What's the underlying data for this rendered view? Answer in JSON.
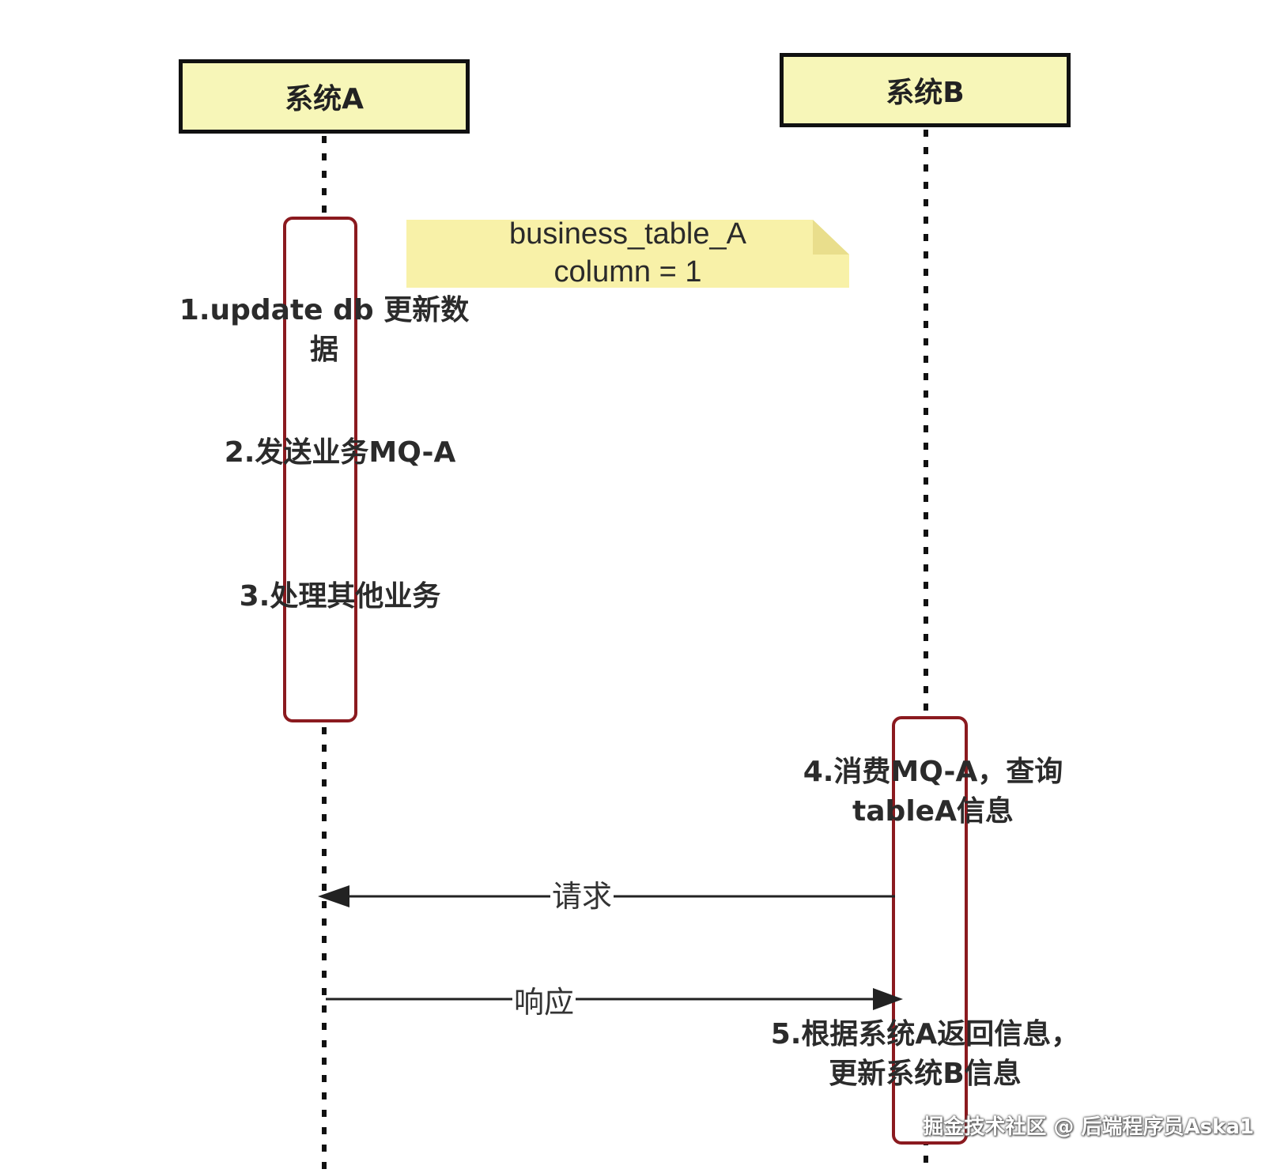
{
  "colors": {
    "participant_fill": "#f7f6b8",
    "note_fill": "#f8f1a8",
    "activation_border": "#8b1a1f",
    "lifeline": "#111111",
    "arrow": "#222222"
  },
  "participants": {
    "a": {
      "label": "系统A"
    },
    "b": {
      "label": "系统B"
    }
  },
  "note": {
    "line1": "business_table_A",
    "line2": "column = 1"
  },
  "steps": {
    "step1_line1": "1.update db 更新数",
    "step1_line2": "据",
    "step2": "2.发送业务MQ-A",
    "step3": "3.处理其他业务",
    "step4_line1": "4.消费MQ-A，查询",
    "step4_line2": "tableA信息",
    "step5_line1": "5.根据系统A返回信息，",
    "step5_line2": "更新系统B信息"
  },
  "messages": {
    "request": "请求",
    "response": "响应"
  },
  "watermark": "掘金技术社区 @ 后端程序员Aska1"
}
